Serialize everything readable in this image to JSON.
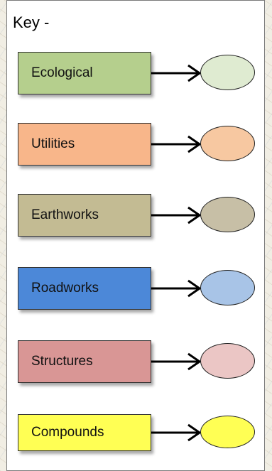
{
  "key": {
    "title": "Key -",
    "items": [
      {
        "label": "Ecological",
        "box_color": "#b5cf8d",
        "circle_color": "#dfebd1"
      },
      {
        "label": "Utilities",
        "box_color": "#f8b68a",
        "circle_color": "#f7c8a1"
      },
      {
        "label": "Earthworks",
        "box_color": "#c3bb93",
        "circle_color": "#c7bfa6"
      },
      {
        "label": "Roadworks",
        "box_color": "#4c88d8",
        "circle_color": "#a8c4e7"
      },
      {
        "label": "Structures",
        "box_color": "#d99695",
        "circle_color": "#ebc6c5"
      },
      {
        "label": "Compounds",
        "box_color": "#ffff54",
        "circle_color": "#ffff54"
      }
    ]
  }
}
